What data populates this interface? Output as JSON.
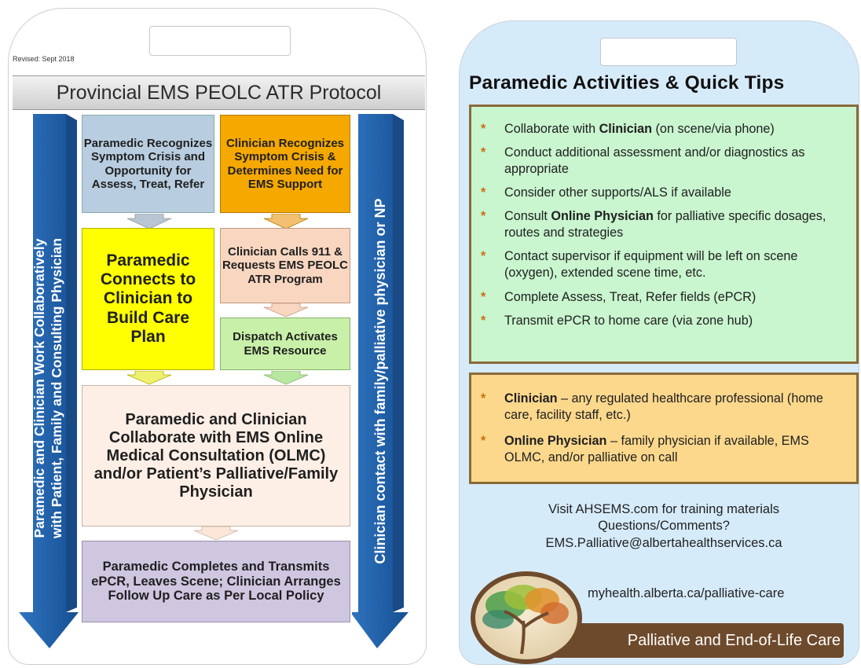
{
  "left_card": {
    "revised": "Revised: Sept 2018",
    "title": "Provincial EMS PEOLC ATR Protocol",
    "left_arrow_lines": [
      "Paramedic and Clinician Work Collaboratively",
      "with Patient, Family and Consulting Physician"
    ],
    "right_arrow_text": "Clinician contact with family/palliative physician or NP",
    "box_paramedic_recognizes": "Paramedic Recognizes Symptom Crisis and Opportunity for Assess, Treat, Refer",
    "box_clinician_recognizes": "Clinician Recognizes Symptom Crisis & Determines Need for EMS Support",
    "box_paramedic_connects": "Paramedic Connects to Clinician to Build Care Plan",
    "box_clinician_calls": "Clinician Calls 911 & Requests EMS PEOLC ATR Program",
    "box_dispatch": "Dispatch Activates EMS Resource",
    "box_collaborate": "Paramedic and Clinician Collaborate with EMS Online Medical Consultation (OLMC) and/or Patient’s Palliative/Family Physician",
    "box_completes": "Paramedic Completes and Transmits ePCR, Leaves Scene; Clinician Arranges Follow Up Care as Per Local Policy"
  },
  "right_card": {
    "title": "Paramedic Activities & Quick Tips",
    "tips": [
      {
        "pre": "Collaborate with ",
        "bold": "Clinician",
        "post": " (on scene/via phone)"
      },
      {
        "pre": "Conduct additional assessment and/or diagnostics as appropriate",
        "bold": "",
        "post": ""
      },
      {
        "pre": "Consider other supports/ALS if available",
        "bold": "",
        "post": ""
      },
      {
        "pre": "Consult ",
        "bold": "Online Physician",
        "post": " for palliative specific dosages, routes and strategies"
      },
      {
        "pre": "Contact supervisor if equipment will be left on scene (oxygen), extended scene time, etc.",
        "bold": "",
        "post": ""
      },
      {
        "pre": "Complete Assess, Treat, Refer fields (ePCR)",
        "bold": "",
        "post": ""
      },
      {
        "pre": "Transmit ePCR to home care (via zone hub)",
        "bold": "",
        "post": ""
      }
    ],
    "definitions": [
      {
        "bold": "Clinician",
        "post": " – any regulated healthcare professional (home care, facility staff, etc.)"
      },
      {
        "bold": "Online Physician",
        "post": " – family physician if available, EMS OLMC, and/or palliative on call"
      }
    ],
    "visit_lines": [
      "Visit AHSEMS.com for training materials",
      "Questions/Comments?",
      "EMS.Palliative@albertahealthservices.ca"
    ],
    "myhealth_url": "myhealth.alberta.ca/palliative-care",
    "logo_text": "Palliative and End-of-Life Care"
  },
  "colors": {
    "blue_arrow": "#1f5fa8",
    "grey_blue_box": "#b8cde0",
    "orange_box": "#f5a800",
    "yellow_box": "#ffff00",
    "peach_box": "#f8d6c0",
    "green_box": "#c8f0a8",
    "cream_box": "#fdefe6",
    "lavender_box": "#cfc6e0",
    "tips_bg": "#c9f5cf",
    "defs_bg": "#fcd88c",
    "tips_border": "#8a6a3a",
    "logo_bar": "#6e4a2c"
  }
}
